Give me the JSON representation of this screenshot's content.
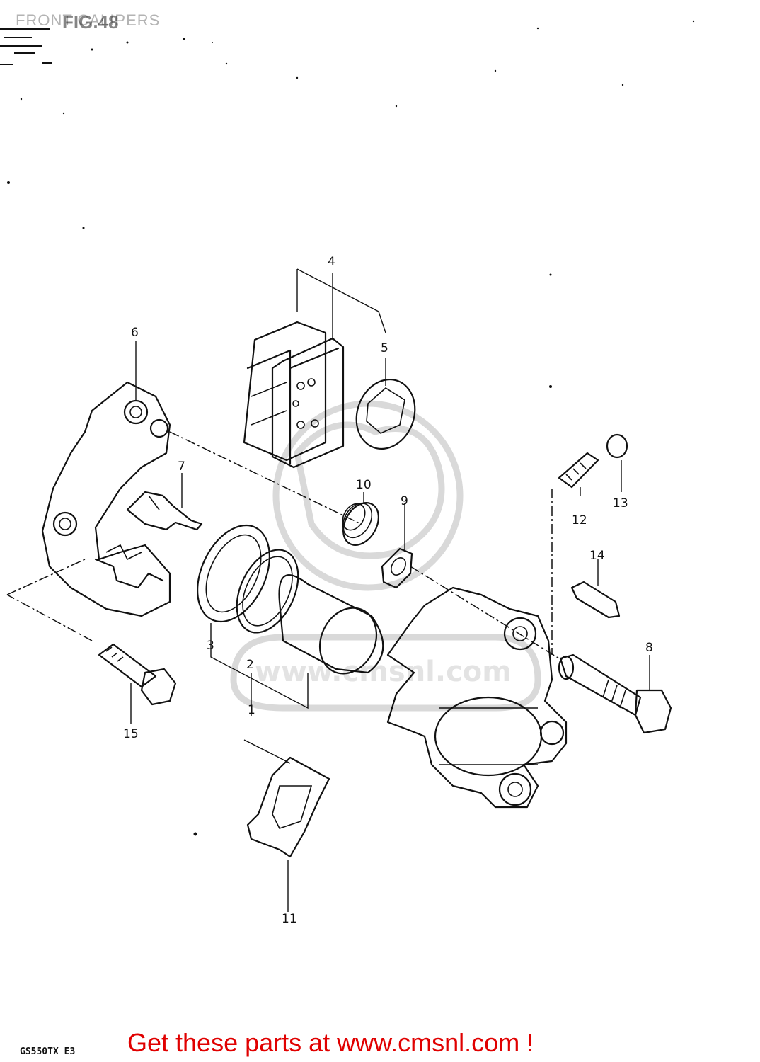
{
  "diagram": {
    "title": "FRONT CALIPERS",
    "figure_label": "FIG.48",
    "model_code": "GS550TX E3",
    "advertisement": "Get these parts at www.cmsnl.com !",
    "watermark_text": "www.cmsnl.com",
    "callouts": [
      {
        "number": "1",
        "part": "caliper-assembly"
      },
      {
        "number": "2",
        "part": "piston-seal"
      },
      {
        "number": "3",
        "part": "dust-seal"
      },
      {
        "number": "4",
        "part": "brake-pad-set"
      },
      {
        "number": "5",
        "part": "pad-shim"
      },
      {
        "number": "6",
        "part": "caliper-holder"
      },
      {
        "number": "7",
        "part": "pad-spring"
      },
      {
        "number": "8",
        "part": "caliper-axle-bolt"
      },
      {
        "number": "9",
        "part": "boot"
      },
      {
        "number": "10",
        "part": "bellows"
      },
      {
        "number": "11",
        "part": "spacer"
      },
      {
        "number": "12",
        "part": "bleeder-valve"
      },
      {
        "number": "13",
        "part": "bleeder-cap"
      },
      {
        "number": "14",
        "part": "pad-retainer-clip"
      },
      {
        "number": "15",
        "part": "holder-bolt"
      }
    ]
  }
}
